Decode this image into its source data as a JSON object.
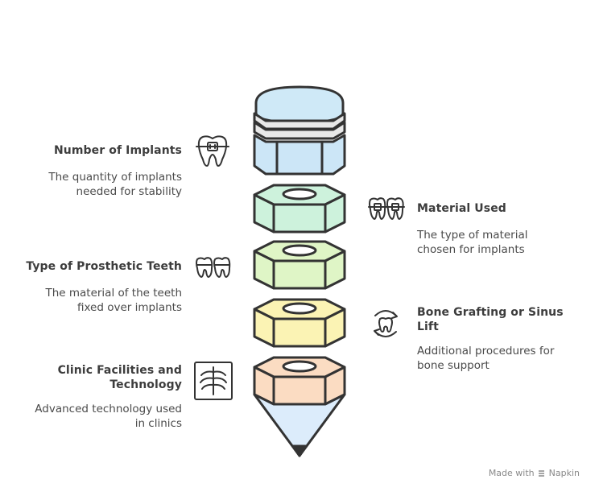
{
  "items": [
    {
      "title": "Number of Implants",
      "desc_lines": [
        "The quantity of implants",
        "needed for stability"
      ],
      "icon": "tooth-braces-icon"
    },
    {
      "title": "Material Used",
      "desc_lines": [
        "The type of material",
        "chosen for implants"
      ],
      "icon": "teeth-braces-icon"
    },
    {
      "title": "Type of Prosthetic Teeth",
      "desc_lines": [
        "The material of the teeth",
        "fixed over implants"
      ],
      "icon": "teeth-pair-icon"
    },
    {
      "title_lines": [
        "Bone Grafting or Sinus",
        "Lift"
      ],
      "desc_lines": [
        "Additional procedures for",
        "bone support"
      ],
      "icon": "tooth-cycle-icon"
    },
    {
      "title_lines": [
        "Clinic Facilities and",
        "Technology"
      ],
      "desc_lines": [
        "Advanced technology used",
        "in clinics"
      ],
      "icon": "xray-icon"
    }
  ],
  "colors": {
    "cap": "#cfe9f7",
    "segment1": "#cce6f7",
    "segment2": "#cdf2dc",
    "segment3": "#dff5c6",
    "segment4": "#fbf3b4",
    "segment5": "#fbdcc2",
    "tip": "#dcecfb",
    "stroke": "#333333"
  },
  "watermark": {
    "prefix": "Made with",
    "brand": "Napkin"
  }
}
